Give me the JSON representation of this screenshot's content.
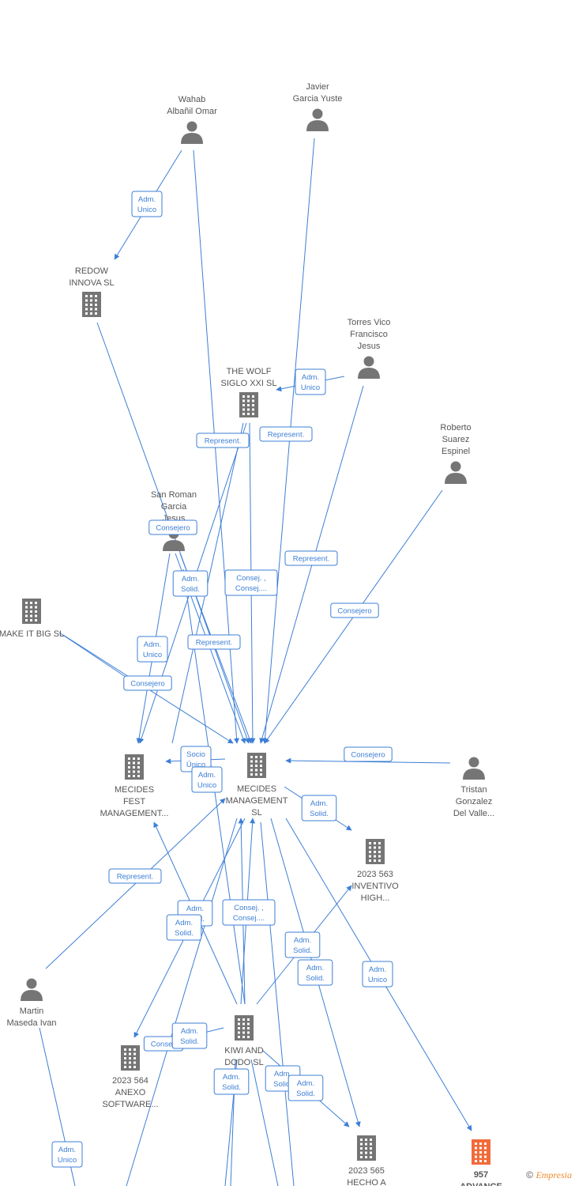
{
  "footer": {
    "copyright": "©",
    "brand": "Empresia"
  },
  "nodes": [
    {
      "id": "wahab",
      "kind": "person",
      "lines": [
        "Wahab",
        "Albañil Omar"
      ]
    },
    {
      "id": "javier",
      "kind": "person",
      "lines": [
        "Javier",
        "Garcia Yuste"
      ]
    },
    {
      "id": "redow",
      "kind": "company",
      "lines": [
        "REDOW",
        "INNOVA  SL"
      ]
    },
    {
      "id": "torres",
      "kind": "person",
      "lines": [
        "Torres Vico",
        "Francisco",
        "Jesus"
      ]
    },
    {
      "id": "wolf",
      "kind": "company",
      "lines": [
        "THE WOLF",
        "SIGLO XXI  SL"
      ]
    },
    {
      "id": "roberto",
      "kind": "person",
      "lines": [
        "Roberto",
        "Suarez",
        "Espinel"
      ]
    },
    {
      "id": "sanroman",
      "kind": "person",
      "lines": [
        "San Roman",
        "Garcia",
        "Jesus"
      ]
    },
    {
      "id": "makeit",
      "kind": "company",
      "lines": [
        "MAKE IT BIG  SL"
      ]
    },
    {
      "id": "mecidesfest",
      "kind": "company",
      "lines": [
        "MECIDES",
        "FEST",
        "MANAGEMENT..."
      ]
    },
    {
      "id": "mecides",
      "kind": "company",
      "lines": [
        "MECIDES",
        "MANAGEMENT",
        "SL"
      ]
    },
    {
      "id": "tristan",
      "kind": "person",
      "lines": [
        "Tristan",
        "Gonzalez",
        "Del Valle..."
      ]
    },
    {
      "id": "inventivo",
      "kind": "company",
      "lines": [
        "2023 563",
        "INVENTIVO",
        "HIGH..."
      ]
    },
    {
      "id": "martin",
      "kind": "person",
      "lines": [
        "Martin",
        "Maseda Ivan"
      ]
    },
    {
      "id": "kiwi",
      "kind": "company",
      "lines": [
        "KIWI AND",
        "DODO  SL"
      ]
    },
    {
      "id": "anexo",
      "kind": "company",
      "lines": [
        "2023 564",
        "ANEXO",
        "SOFTWARE..."
      ]
    },
    {
      "id": "hecho",
      "kind": "company",
      "lines": [
        "2023 565",
        "HECHO A"
      ]
    },
    {
      "id": "advance",
      "kind": "company",
      "highlight": true,
      "lines": [
        "957",
        "ADVANCE"
      ]
    }
  ],
  "edge_labels": [
    {
      "id": "e1",
      "lines": [
        "Adm.",
        "Unico"
      ]
    },
    {
      "id": "e2",
      "lines": [
        "Adm.",
        "Unico"
      ]
    },
    {
      "id": "e3",
      "lines": [
        "Represent."
      ]
    },
    {
      "id": "e4",
      "lines": [
        "Represent."
      ]
    },
    {
      "id": "e5",
      "lines": [
        "Consejero"
      ]
    },
    {
      "id": "e6",
      "lines": [
        "Adm.",
        "Solid."
      ]
    },
    {
      "id": "e7",
      "lines": [
        "Consej. ,",
        "Consej...."
      ]
    },
    {
      "id": "e8",
      "lines": [
        "Represent."
      ]
    },
    {
      "id": "e9",
      "lines": [
        "Consejero"
      ]
    },
    {
      "id": "e10",
      "lines": [
        "Adm.",
        "Unico"
      ]
    },
    {
      "id": "e11",
      "lines": [
        "Represent."
      ]
    },
    {
      "id": "e12",
      "lines": [
        "Consejero"
      ]
    },
    {
      "id": "e13",
      "lines": [
        "Socio",
        "Único"
      ]
    },
    {
      "id": "e14",
      "lines": [
        "Adm.",
        "Unico"
      ]
    },
    {
      "id": "e15",
      "lines": [
        "Consejero"
      ]
    },
    {
      "id": "e16",
      "lines": [
        "Adm.",
        "Solid."
      ]
    },
    {
      "id": "e17",
      "lines": [
        "Represent."
      ]
    },
    {
      "id": "e18",
      "lines": [
        "Adm.",
        "Solid."
      ]
    },
    {
      "id": "e19",
      "lines": [
        "Adm.",
        "Solid."
      ]
    },
    {
      "id": "e20",
      "lines": [
        "Consej. ,",
        "Consej...."
      ]
    },
    {
      "id": "e21",
      "lines": [
        "Adm.",
        "Solid."
      ]
    },
    {
      "id": "e22",
      "lines": [
        "Adm.",
        "Solid."
      ]
    },
    {
      "id": "e23",
      "lines": [
        "Adm.",
        "Unico"
      ]
    },
    {
      "id": "e24",
      "lines": [
        "Consej."
      ]
    },
    {
      "id": "e25",
      "lines": [
        "Adm.",
        "Solid."
      ]
    },
    {
      "id": "e26",
      "lines": [
        "Adm.",
        "Solid."
      ]
    },
    {
      "id": "e27",
      "lines": [
        "Adm.",
        "Solid."
      ]
    },
    {
      "id": "e28",
      "lines": [
        "Adm.",
        "Solid."
      ]
    },
    {
      "id": "e29",
      "lines": [
        "Adm.",
        "Unico"
      ]
    }
  ]
}
